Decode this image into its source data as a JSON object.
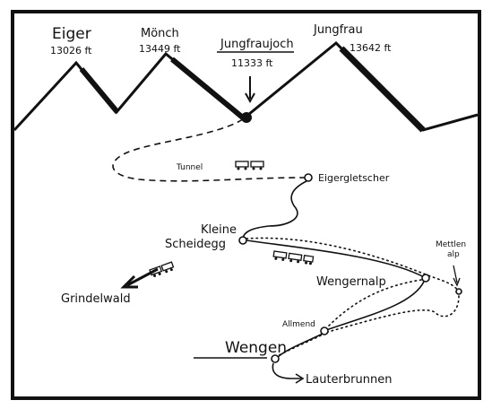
{
  "colors": {
    "ink": "#111111",
    "paper": "#ffffff"
  },
  "peaks": [
    {
      "name": "Eiger",
      "height": "13026 ft"
    },
    {
      "name": "Mönch",
      "height": "13449 ft"
    },
    {
      "name": "Jungfraujoch",
      "height": "11333 ft"
    },
    {
      "name": "Jungfrau",
      "height": "13642 ft"
    }
  ],
  "labels": {
    "tunnel": "Tunnel",
    "eigergletscher": "Eigergletscher",
    "kleine_line1": "Kleine",
    "kleine_line2": "Scheidegg",
    "mettlen_line1": "Mettlen",
    "mettlen_line2": "alp",
    "wengernalp": "Wengernalp",
    "grindelwald": "Grindelwald",
    "allmend": "Allmend",
    "wengen": "Wengen",
    "lauterbrunnen": "Lauterbrunnen"
  },
  "icons": [
    "train-icon",
    "arrow-icon",
    "station-marker-icon"
  ]
}
